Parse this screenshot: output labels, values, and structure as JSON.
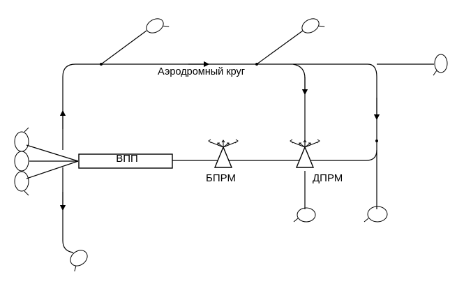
{
  "diagram": {
    "traffic_circle_label": "Аэродромный круг",
    "runway_label": "ВПП",
    "outer_beacon_label": "БПРМ",
    "inner_beacon_label": "ДПРМ"
  },
  "colors": {
    "stroke": "#000000",
    "background": "#ffffff"
  }
}
